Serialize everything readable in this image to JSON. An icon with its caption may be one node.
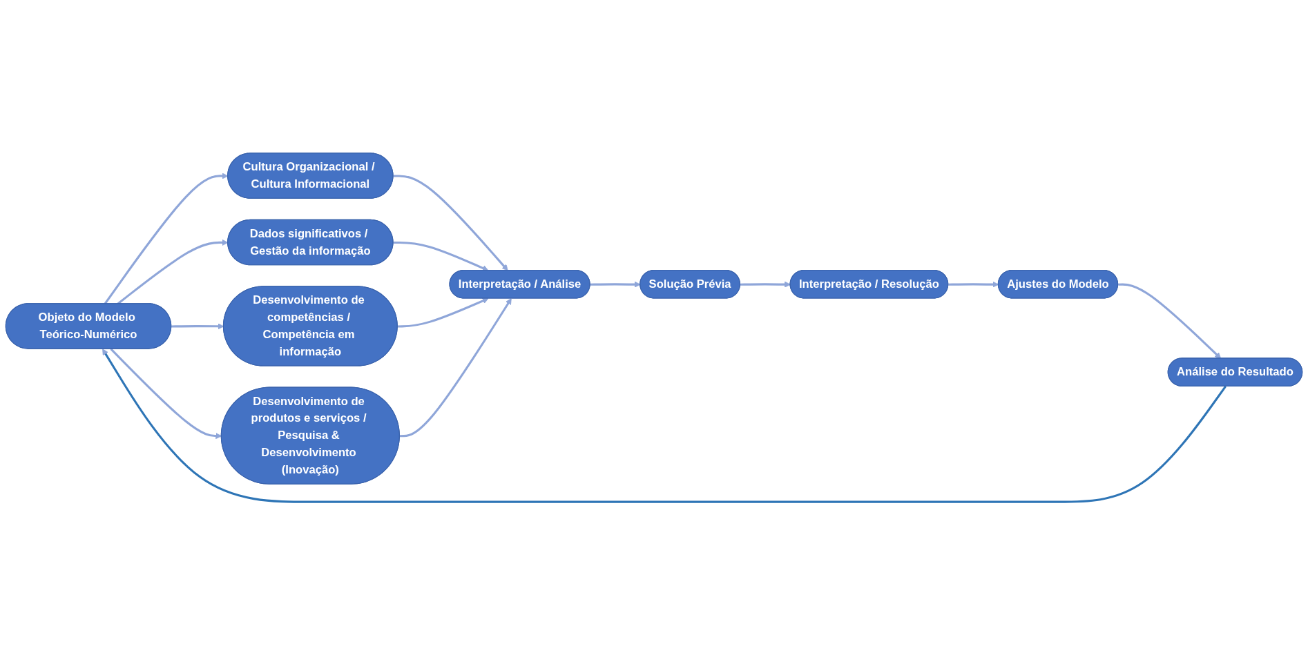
{
  "diagram": {
    "nodes": [
      {
        "text": [
          "Objeto do Modelo Teórico-Numérico"
        ]
      },
      {
        "text": [
          "Cultura Organizacional / Cultura Informacional"
        ]
      },
      {
        "text": [
          "Dados significativos / Gestão da informação"
        ]
      },
      {
        "text": [
          "Desenvolvimento de competências / Competência em informação"
        ]
      },
      {
        "text": [
          "Desenvolvimento de produtos e serviços / Pesquisa & Desenvolvimento (Inovação)"
        ]
      },
      {
        "text": [
          "Interpretação / Análise"
        ]
      },
      {
        "text": [
          "Solução Prévia"
        ]
      },
      {
        "text": [
          "Interpretação / Resolução"
        ]
      },
      {
        "text": [
          "Ajustes do Modelo"
        ]
      },
      {
        "text": [
          "Análise do Resultado"
        ]
      }
    ],
    "edges": [
      {
        "from": 0,
        "to": 1,
        "arrow": "to"
      },
      {
        "from": 0,
        "to": 2,
        "arrow": "to"
      },
      {
        "from": 0,
        "to": 3,
        "arrow": "to"
      },
      {
        "from": 0,
        "to": 4,
        "arrow": "to"
      },
      {
        "from": 1,
        "to": 5,
        "arrow": "to"
      },
      {
        "from": 2,
        "to": 5,
        "arrow": "to"
      },
      {
        "from": 3,
        "to": 5,
        "arrow": "to"
      },
      {
        "from": 4,
        "to": 5,
        "arrow": "to"
      },
      {
        "from": 5,
        "to": 6,
        "arrow": "to"
      },
      {
        "from": 6,
        "to": 7,
        "arrow": "to"
      },
      {
        "from": 7,
        "to": 8,
        "arrow": "to"
      },
      {
        "from": 8,
        "to": 9,
        "arrow": "to"
      },
      {
        "from": 9,
        "to": 0,
        "arrow": "to",
        "color": "#2e75b6"
      }
    ]
  }
}
